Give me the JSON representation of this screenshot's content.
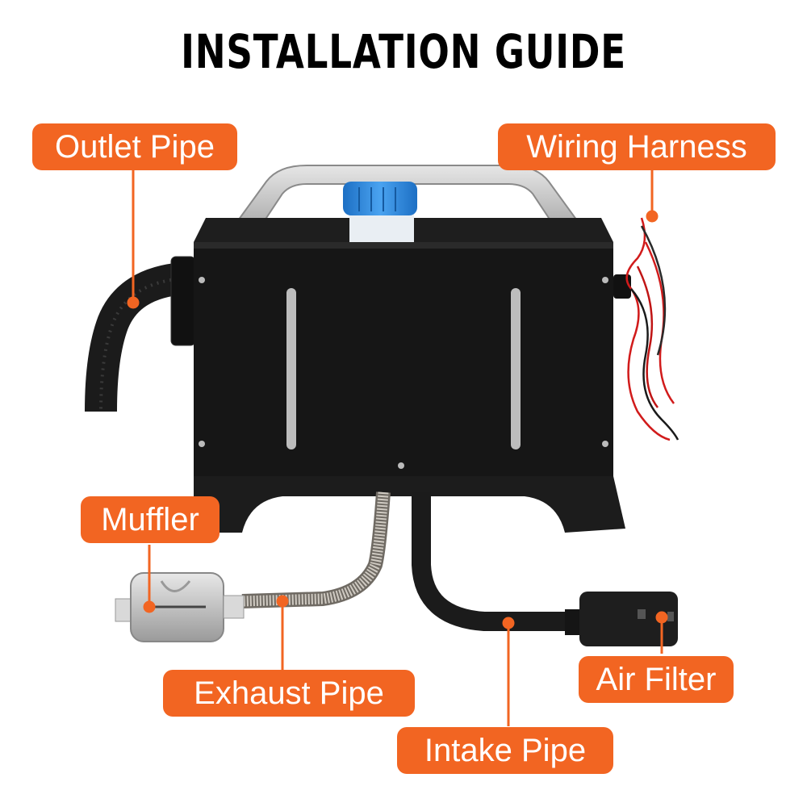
{
  "title": "INSTALLATION GUIDE",
  "accent_color": "#f26522",
  "labels": {
    "outlet_pipe": "Outlet Pipe",
    "wiring_harness": "Wiring Harness",
    "muffler": "Muffler",
    "exhaust_pipe": "Exhaust Pipe",
    "air_filter": "Air Filter",
    "intake_pipe": "Intake Pipe"
  }
}
